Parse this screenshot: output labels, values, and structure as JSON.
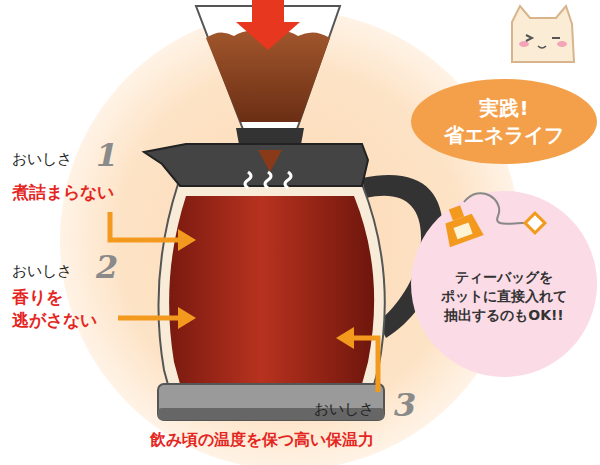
{
  "diagram": {
    "nodes": [
      {
        "text": [
          "実践! 省エネライフ"
        ]
      },
      {
        "text": [
          "ティーバッグを ポットに直接入れて 抽出するのもOK!!"
        ]
      }
    ],
    "labels": [
      "おいしさ",
      "1",
      "煮詰まらない",
      "おいしさ",
      "2",
      "香りを 逃がさない",
      "おいしさ",
      "3",
      "飲み頃の温度を保つ高い保温力"
    ]
  }
}
